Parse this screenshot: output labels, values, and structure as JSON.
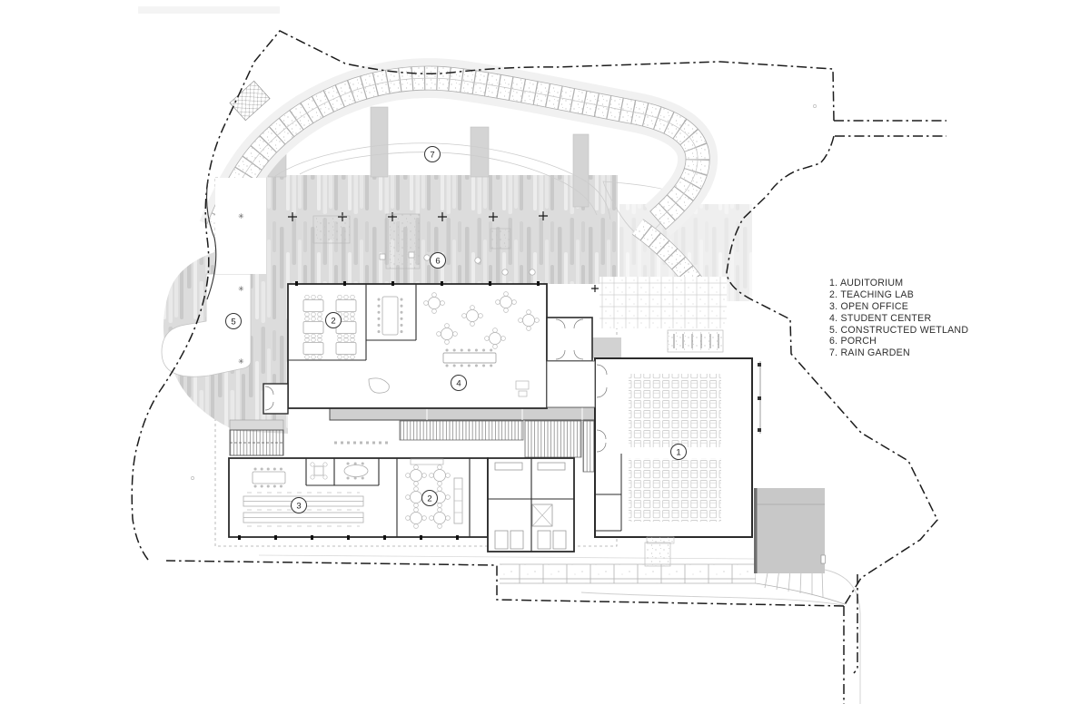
{
  "figure": {
    "type": "architectural-site-plan",
    "colors": {
      "line": "#2b2b2b",
      "boundary": "#1c1c1c",
      "planting_fill": "#dcdcdc",
      "paving_joint": "#adadad",
      "terrace_fill": "#c8c8c8",
      "furniture": "#b5b5b5"
    }
  },
  "legend": {
    "items": [
      "1. AUDITORIUM",
      "2. TEACHING LAB",
      "3. OPEN OFFICE",
      "4. STUDENT CENTER",
      "5. CONSTRUCTED WETLAND",
      "6. PORCH",
      "7. RAIN GARDEN"
    ]
  },
  "callouts": [
    {
      "number": "7",
      "name": "rain-garden"
    },
    {
      "number": "6",
      "name": "porch"
    },
    {
      "number": "5",
      "name": "constructed-wetland"
    },
    {
      "number": "2",
      "name": "teaching-lab-upper"
    },
    {
      "number": "4",
      "name": "student-center"
    },
    {
      "number": "1",
      "name": "auditorium"
    },
    {
      "number": "3",
      "name": "open-office"
    },
    {
      "number": "2",
      "name": "teaching-lab-lower"
    }
  ]
}
